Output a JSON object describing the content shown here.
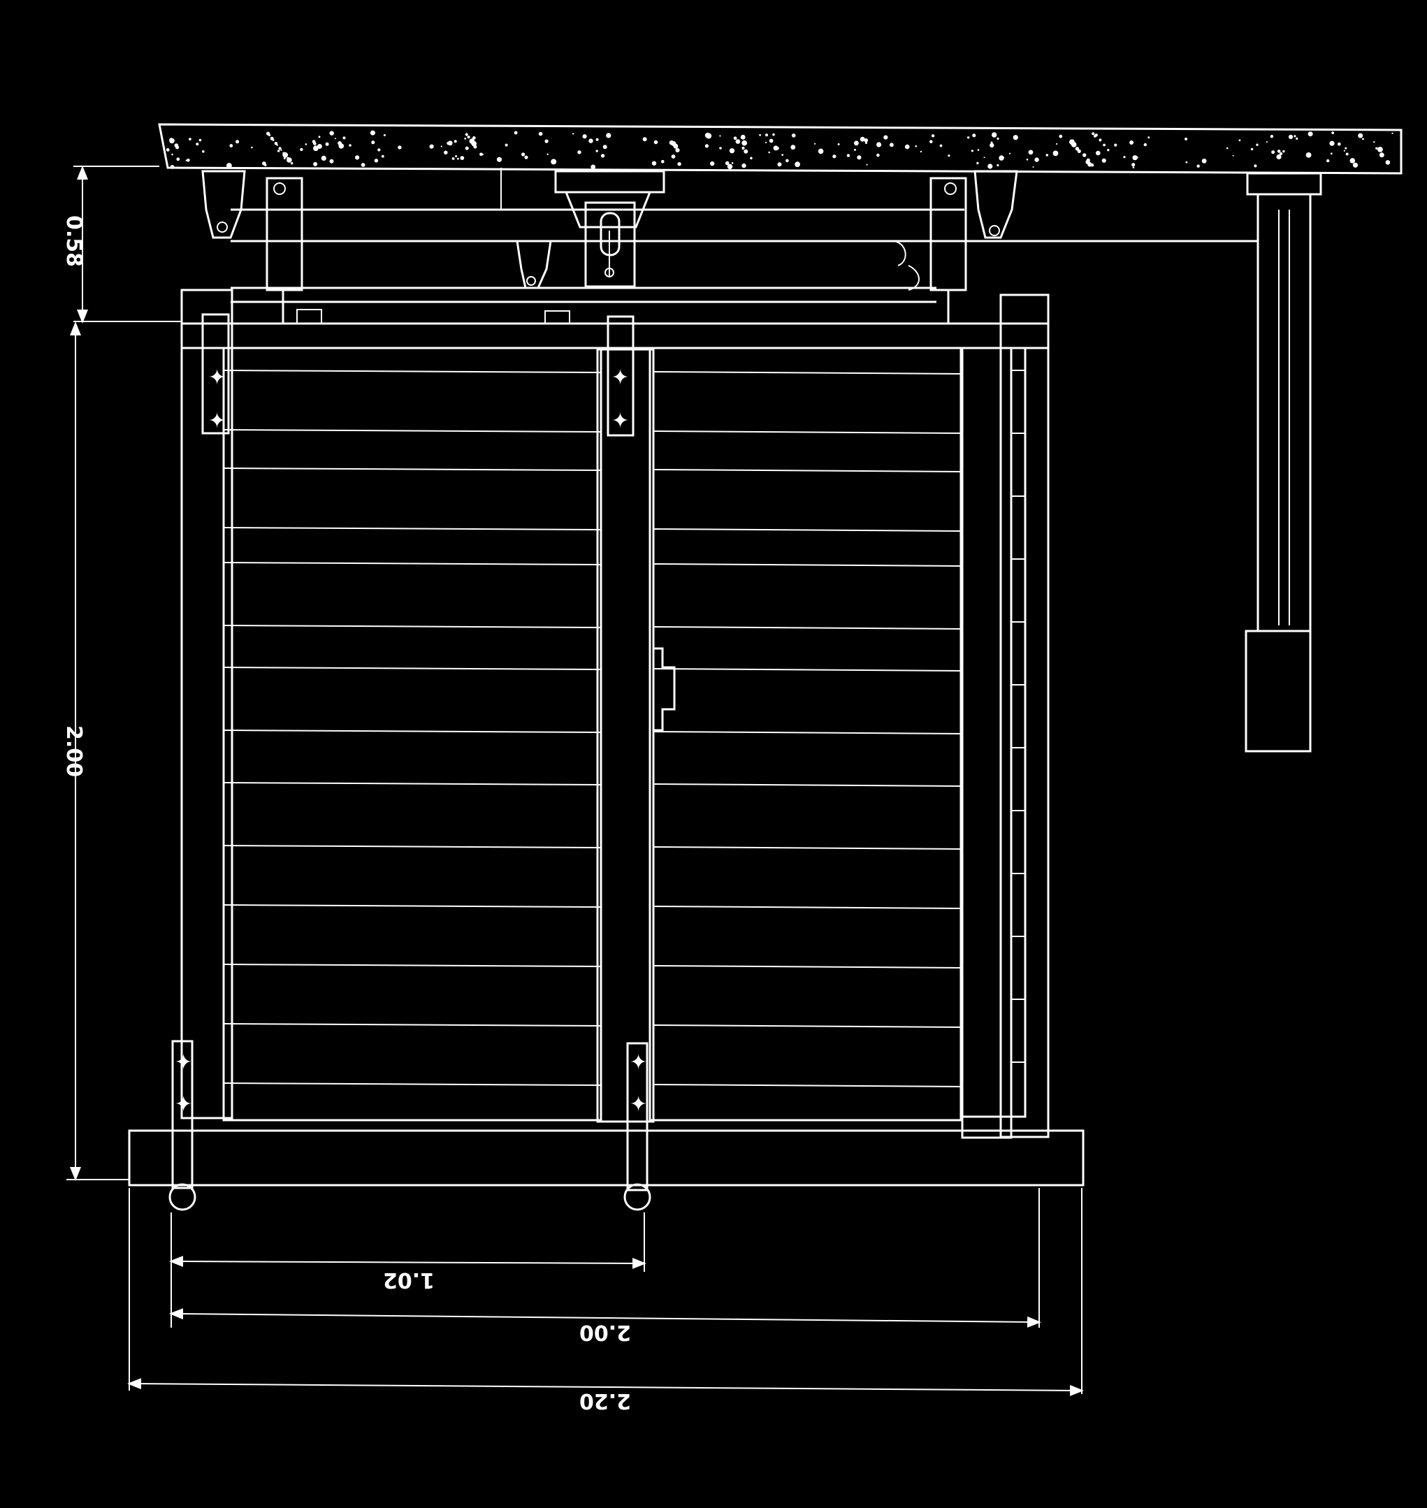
{
  "drawing": {
    "background": "#000000",
    "line_color": "#ffffff"
  },
  "dimensions": {
    "left_top": "0.58",
    "left_main": "2.00",
    "bottom_1": "1.02",
    "bottom_2": "2.00",
    "bottom_3": "2.20"
  }
}
